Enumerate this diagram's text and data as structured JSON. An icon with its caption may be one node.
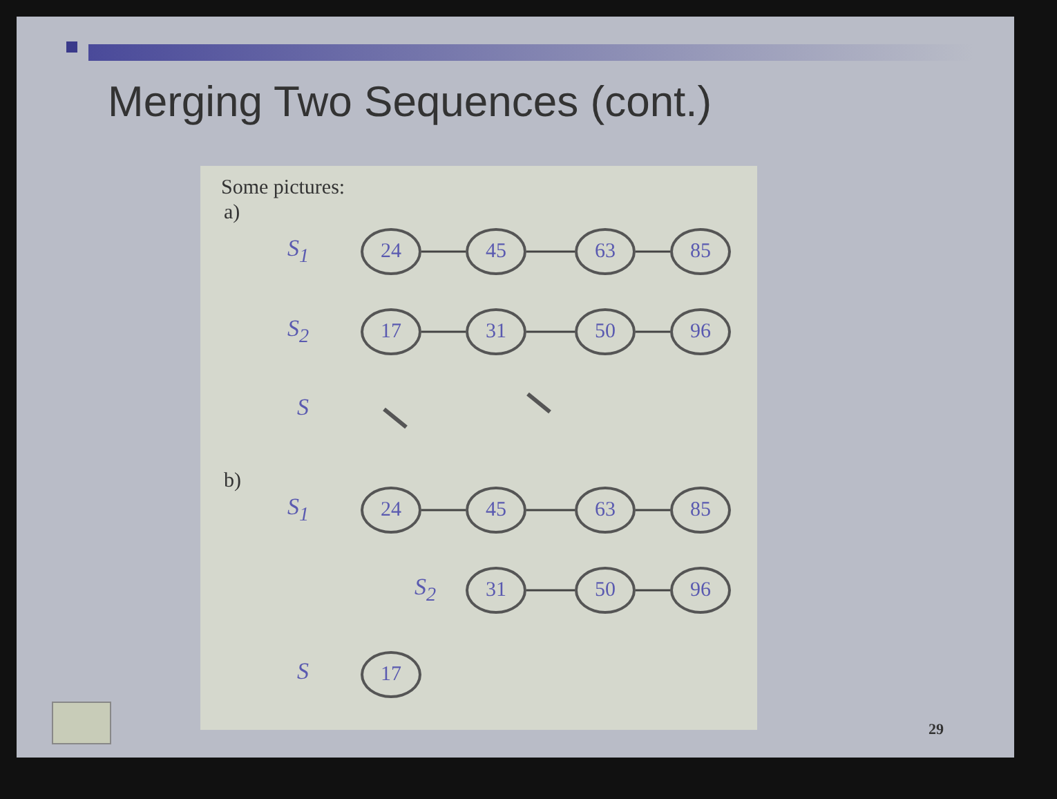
{
  "diagram": {
    "title": "Merging Two Sequences (cont.)",
    "nodes": [
      {
        "text": [
          "24"
        ]
      },
      {
        "text": [
          "45"
        ]
      },
      {
        "text": [
          "63"
        ]
      },
      {
        "text": [
          "85"
        ]
      },
      {
        "text": [
          "17"
        ]
      },
      {
        "text": [
          "31"
        ]
      },
      {
        "text": [
          "50"
        ]
      },
      {
        "text": [
          "96"
        ]
      },
      {
        "text": [
          "24"
        ]
      },
      {
        "text": [
          "45"
        ]
      },
      {
        "text": [
          "63"
        ]
      },
      {
        "text": [
          "85"
        ]
      },
      {
        "text": [
          "31"
        ]
      },
      {
        "text": [
          "50"
        ]
      },
      {
        "text": [
          "96"
        ]
      },
      {
        "text": [
          "17"
        ]
      }
    ],
    "edges": [
      {
        "from": 0,
        "to": 1,
        "arrow": "none"
      },
      {
        "from": 1,
        "to": 2,
        "arrow": "none"
      },
      {
        "from": 2,
        "to": 3,
        "arrow": "none"
      },
      {
        "from": 4,
        "to": 5,
        "arrow": "none"
      },
      {
        "from": 5,
        "to": 6,
        "arrow": "none"
      },
      {
        "from": 6,
        "to": 7,
        "arrow": "none"
      },
      {
        "from": 8,
        "to": 9,
        "arrow": "none"
      },
      {
        "from": 9,
        "to": 10,
        "arrow": "none"
      },
      {
        "from": 10,
        "to": 11,
        "arrow": "none"
      },
      {
        "from": 12,
        "to": 13,
        "arrow": "none"
      },
      {
        "from": 13,
        "to": 14,
        "arrow": "none"
      }
    ],
    "labels": [
      "Some pictures:",
      "a)",
      "S$_{1}$",
      "S$_{2}$",
      "S",
      "b)",
      "S$_{1}$",
      "S$_{2}$",
      "S",
      "29"
    ]
  }
}
